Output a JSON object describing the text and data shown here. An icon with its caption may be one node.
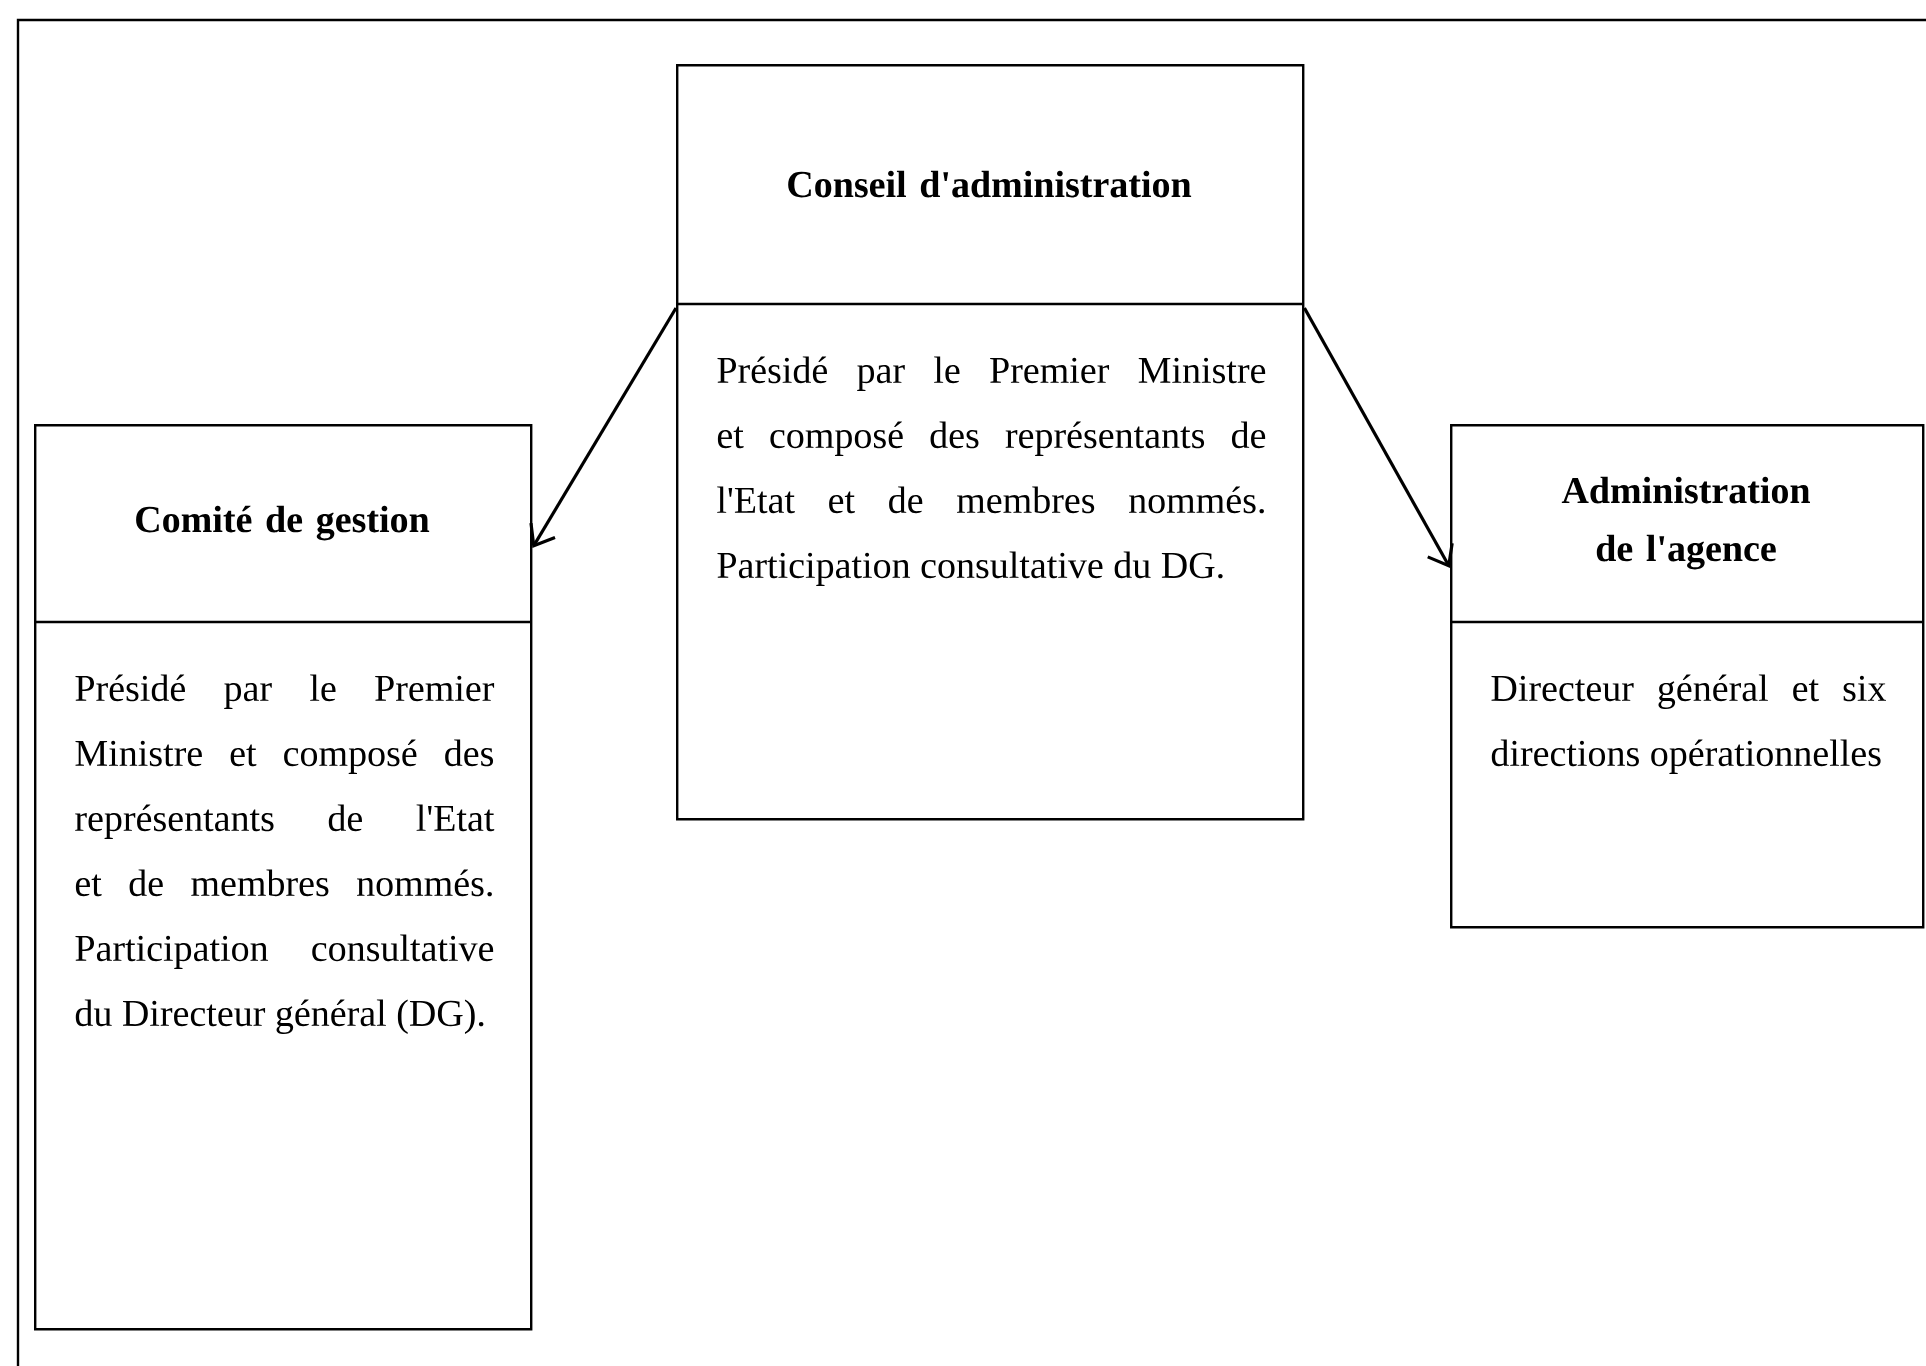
{
  "diagram": {
    "nodes": [
      {
        "text": [
          "Conseil d'administration",
          "Présidé par le Premier Ministre et composé des représentants de l'Etat et de membres nommés. Participation consultative du DG."
        ]
      },
      {
        "text": [
          "Comité de gestion",
          "Présidé par le Premier Ministre et composé des représentants de l'Etat et de membres nommés. Participation consultative du Directeur général (DG)."
        ]
      },
      {
        "text": [
          "Administration de l'agence",
          "Directeur général et six directions opérationnelles"
        ]
      }
    ],
    "edges": [
      {
        "from": 0,
        "to": 1,
        "arrow": "to"
      },
      {
        "from": 0,
        "to": 2,
        "arrow": "to"
      }
    ]
  }
}
